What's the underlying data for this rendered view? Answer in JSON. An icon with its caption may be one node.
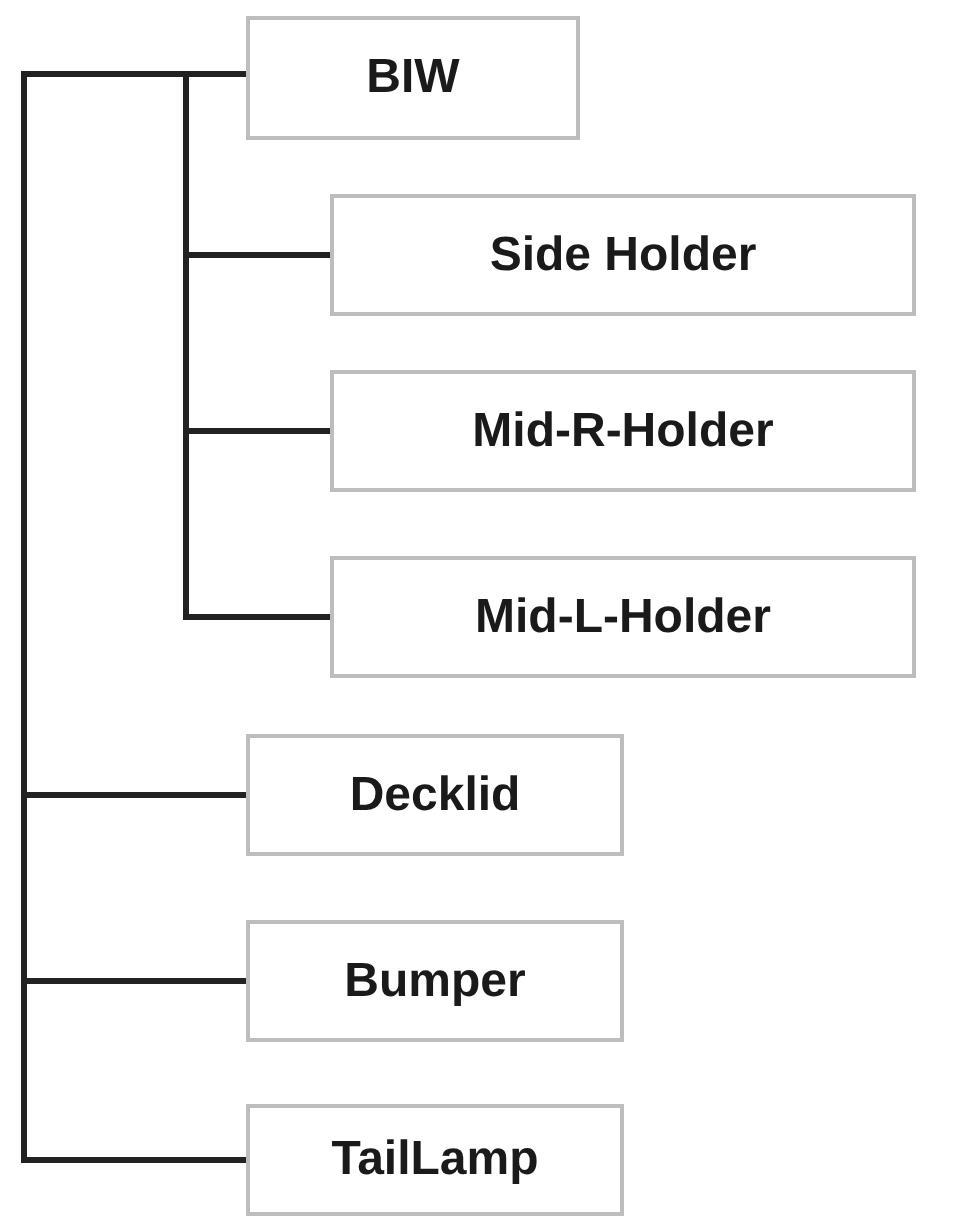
{
  "diagram": {
    "nodes": [
      {
        "text": [
          "BIW"
        ]
      },
      {
        "text": [
          "Side Holder"
        ]
      },
      {
        "text": [
          "Mid-R-Holder"
        ]
      },
      {
        "text": [
          "Mid-L-Holder"
        ]
      },
      {
        "text": [
          "Decklid"
        ]
      },
      {
        "text": [
          "Bumper"
        ]
      },
      {
        "text": [
          "TailLamp"
        ]
      }
    ],
    "edges": [
      {
        "from": 0,
        "to": 1,
        "arrow": "none"
      },
      {
        "from": 0,
        "to": 2,
        "arrow": "none"
      },
      {
        "from": 0,
        "to": 3,
        "arrow": "none"
      },
      {
        "from": 0,
        "to": 4,
        "arrow": "none"
      },
      {
        "from": 0,
        "to": 5,
        "arrow": "none"
      },
      {
        "from": 0,
        "to": 6,
        "arrow": "none"
      }
    ]
  }
}
